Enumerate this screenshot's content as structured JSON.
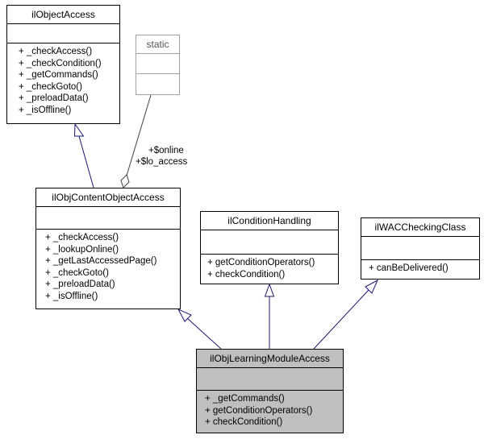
{
  "classes": {
    "il_object_access": {
      "name": "ilObjectAccess",
      "methods": [
        "+ _checkAccess()",
        "+ _checkCondition()",
        "+ _getCommands()",
        "+ _checkGoto()",
        "+ _preloadData()",
        "+ _isOffline()"
      ]
    },
    "static": {
      "name": "static"
    },
    "il_obj_content_object_access": {
      "name": "ilObjContentObjectAccess",
      "methods": [
        "+ _checkAccess()",
        "+ _lookupOnline()",
        "+ _getLastAccessedPage()",
        "+ _checkGoto()",
        "+ _preloadData()",
        "+ _isOffline()"
      ]
    },
    "il_condition_handling": {
      "name": "ilConditionHandling",
      "methods": [
        "+ getConditionOperators()",
        "+ checkCondition()"
      ]
    },
    "il_wac_checking_class": {
      "name": "ilWACCheckingClass",
      "methods": [
        "+ canBeDelivered()"
      ]
    },
    "il_obj_learning_module_access": {
      "name": "ilObjLearningModuleAccess",
      "methods": [
        "+ _getCommands()",
        "+ getConditionOperators()",
        "+ checkCondition()"
      ]
    }
  },
  "association_labels": [
    "+$online",
    "+$lo_access"
  ],
  "colors": {
    "highlight": "#bfbfbf",
    "edge_inherit": "#191970",
    "edge_assoc": "#404040",
    "border_grey": "#a0a0a0"
  }
}
